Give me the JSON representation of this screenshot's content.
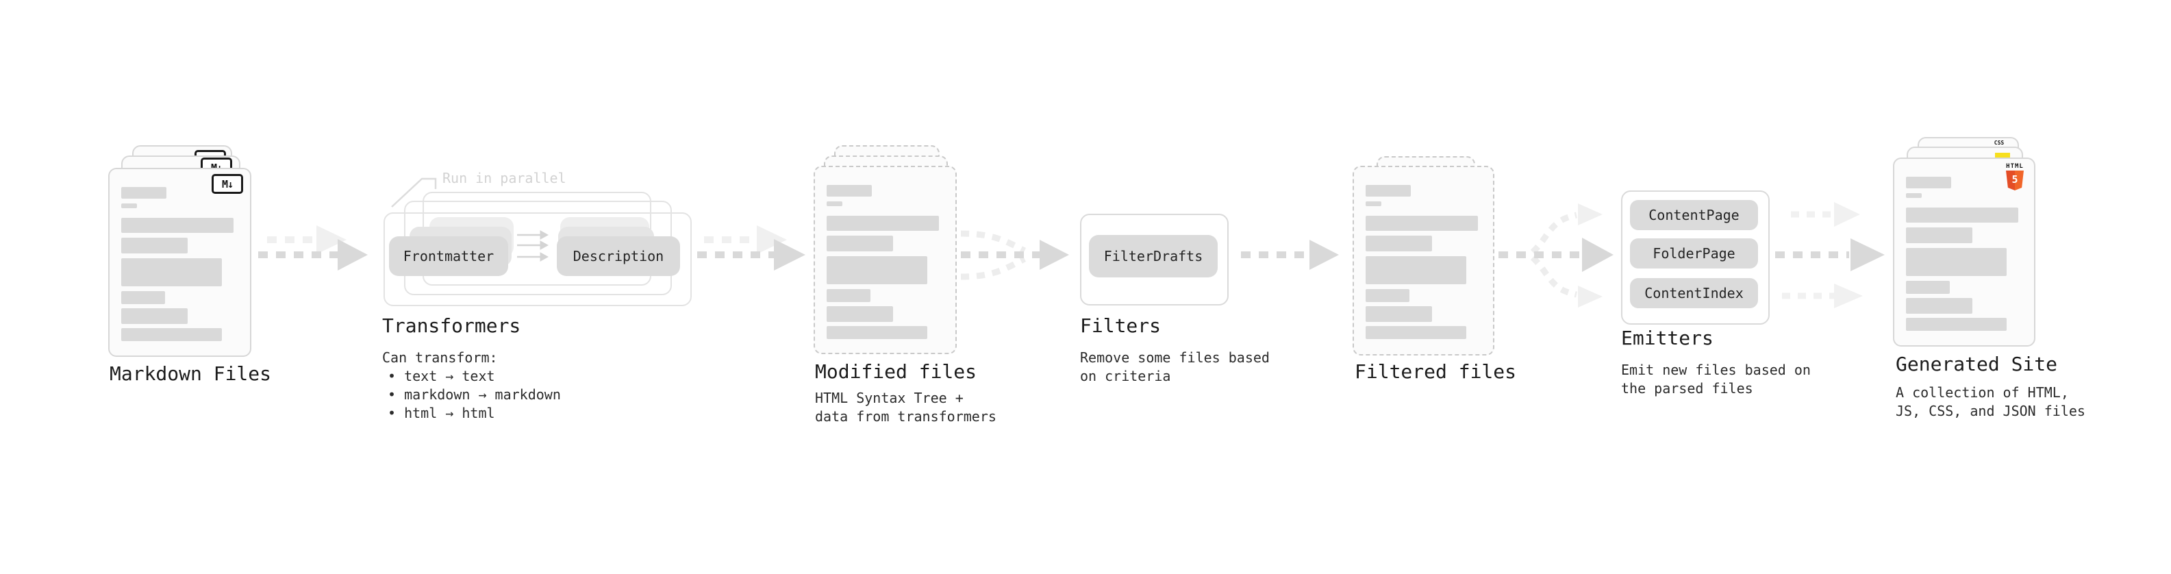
{
  "nodes": {
    "markdown_files": {
      "label": "Markdown Files",
      "badge": "M↓"
    },
    "transformers": {
      "label": "Transformers",
      "note": "Run in parallel",
      "input_pill": "Frontmatter",
      "output_pill": "Description",
      "desc_title": "Can transform:",
      "desc_items": [
        "text → text",
        "markdown → markdown",
        "html → html"
      ]
    },
    "modified_files": {
      "label": "Modified files",
      "desc": "HTML Syntax Tree +\ndata from transformers"
    },
    "filters": {
      "label": "Filters",
      "pill": "FilterDrafts",
      "desc": "Remove some files based\non criteria"
    },
    "filtered_files": {
      "label": "Filtered files"
    },
    "emitters": {
      "label": "Emitters",
      "pills": [
        "ContentPage",
        "FolderPage",
        "ContentIndex"
      ],
      "desc": "Emit new files based on\nthe parsed files"
    },
    "generated_site": {
      "label": "Generated Site",
      "desc": "A collection of HTML,\nJS, CSS, and JSON files",
      "css_badge": "CSS",
      "html_badge_word": "HTML",
      "html_badge_number": "5"
    }
  },
  "colors": {
    "html5_orange": "#e44d26",
    "html5_orange_light": "#f16529",
    "js_yellow": "#f7df1e",
    "css_blue": "#2e63f1",
    "arrow_gray": "#d8d8d8",
    "arrow_light": "#efefef",
    "pill_gray": "#dbdbdb"
  }
}
